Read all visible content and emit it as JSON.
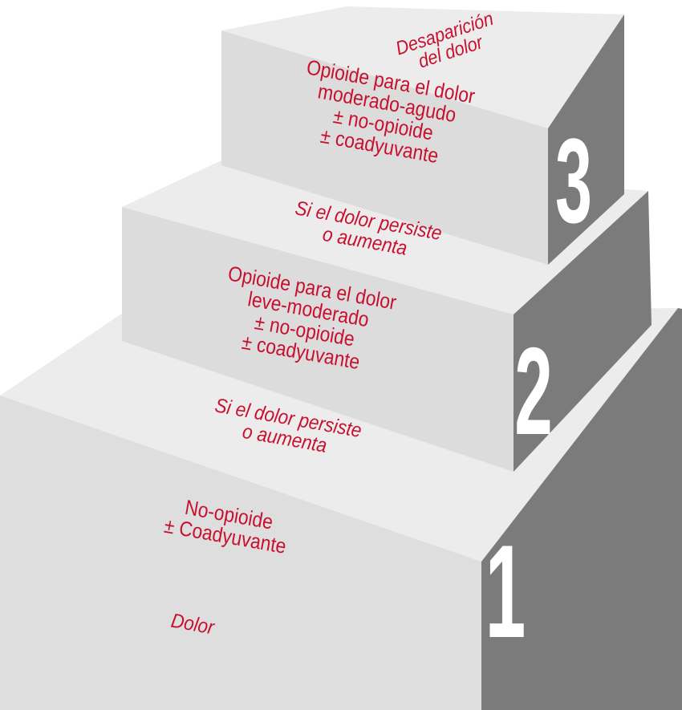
{
  "colors": {
    "top": "#ececec",
    "front": "#d9d9d9",
    "side": "#7b7b7b",
    "text": "#c8102e",
    "number": "#ffffff"
  },
  "steps": [
    {
      "number": "1",
      "lines": [
        "No-opioide",
        "± Coadyuvante"
      ]
    },
    {
      "number": "2",
      "lines": [
        "Opioide para el dolor",
        "leve-moderado",
        "± no-opioide",
        "± coadyuvante"
      ]
    },
    {
      "number": "3",
      "lines": [
        "Opioide para el dolor",
        "moderado-agudo",
        "± no-opioide",
        "± coadyuvante"
      ]
    }
  ],
  "transitions": [
    {
      "lines": [
        "Si el dolor persiste",
        "o aumenta"
      ]
    },
    {
      "lines": [
        "Si el dolor persiste",
        "o aumenta"
      ]
    }
  ],
  "start_label": "Dolor",
  "end_label": {
    "lines": [
      "Desaparición",
      "del dolor"
    ]
  }
}
